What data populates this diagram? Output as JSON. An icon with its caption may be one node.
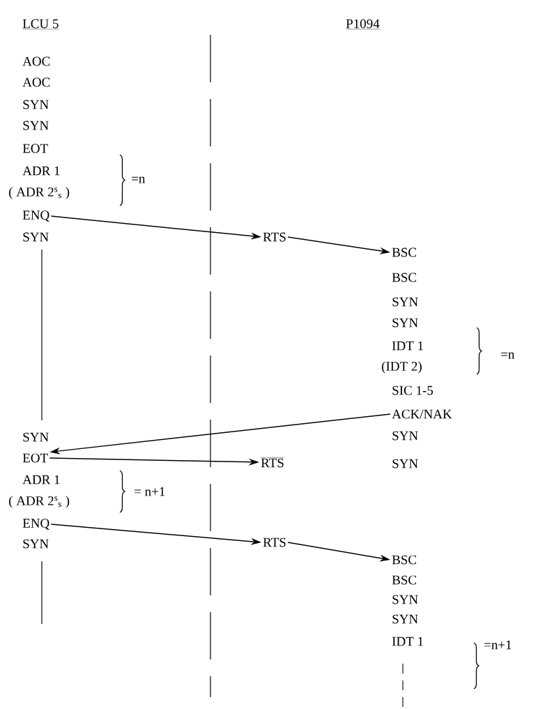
{
  "diagram": {
    "nodes": [
      {
        "text": [
          "ENQ"
        ]
      },
      {
        "text": [
          "RTS"
        ]
      },
      {
        "text": [
          "BSC"
        ]
      },
      {
        "text": [
          "ACK/NAK"
        ]
      },
      {
        "text": [
          "EOT"
        ]
      },
      {
        "text": [
          "RTS"
        ]
      },
      {
        "text": [
          "ENQ"
        ]
      },
      {
        "text": [
          "RTS"
        ]
      },
      {
        "text": [
          "BSC"
        ]
      }
    ],
    "edges": [
      {
        "from": 0,
        "to": 1,
        "arrow": "to"
      },
      {
        "from": 1,
        "to": 2,
        "arrow": "to"
      },
      {
        "from": 3,
        "to": 4,
        "arrow": "to"
      },
      {
        "from": 4,
        "to": 5,
        "arrow": "to"
      },
      {
        "from": 6,
        "to": 7,
        "arrow": "to"
      },
      {
        "from": 7,
        "to": 8,
        "arrow": "to"
      }
    ],
    "labels": [
      "LCU 5",
      "AOC",
      "AOC",
      "SYN",
      "SYN",
      "EOT",
      "ADR 1",
      "( ADR 2$^{s}$$_{s}$ )",
      "=n",
      "SYN",
      "SYN",
      "ADR 1",
      "( ADR 2$^{s}$$_{s}$ )",
      "= n+1",
      "SYN",
      "P1094",
      "BSC",
      "SYN",
      "SYN",
      "IDT 1",
      "(IDT 2)",
      "=n",
      "SIC 1-5",
      "SYN",
      "SYN",
      "BSC",
      "SYN",
      "SYN",
      "IDT 1",
      "=n+1"
    ]
  }
}
